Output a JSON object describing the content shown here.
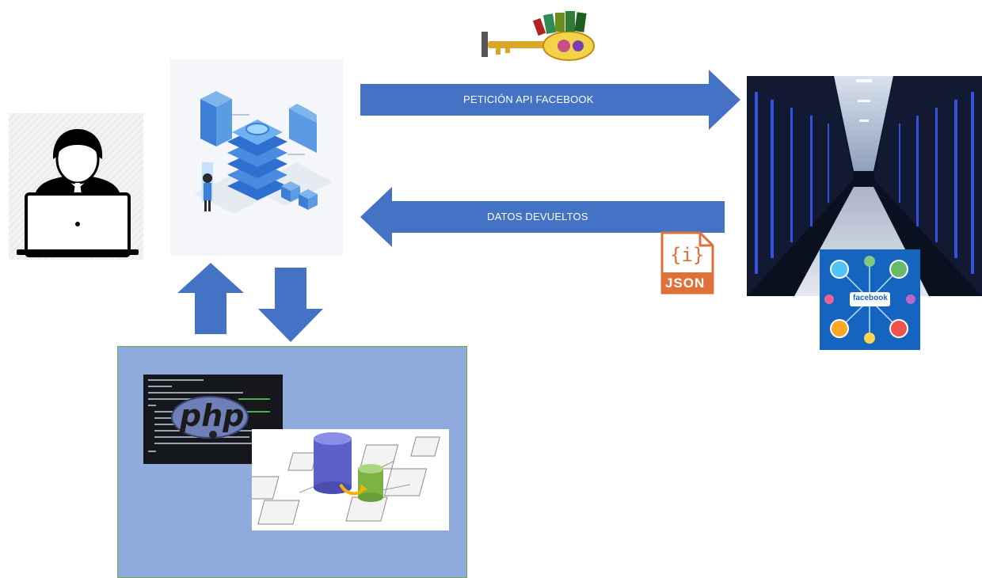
{
  "diagram": {
    "request_arrow": {
      "label": "PETICIÓN API FACEBOOK"
    },
    "response_arrow": {
      "label": "DATOS DEVUELTOS"
    },
    "json_icon": {
      "braces": "{i}",
      "label": "JSON"
    },
    "php_logo": {
      "label": "php"
    },
    "facebook_badge": {
      "label": "facebook"
    },
    "colors": {
      "arrow_blue": "#4472c4",
      "php_panel_bg": "#8faadc",
      "php_panel_border": "#70ad47",
      "json_orange": "#e0703a",
      "facebook_blue": "#1565c0"
    },
    "icons": [
      "user-laptop-icon",
      "isometric-server-icon",
      "keys-icon",
      "datacenter-image",
      "facebook-network-image",
      "json-file-icon",
      "php-code-image",
      "database-schema-image"
    ]
  }
}
